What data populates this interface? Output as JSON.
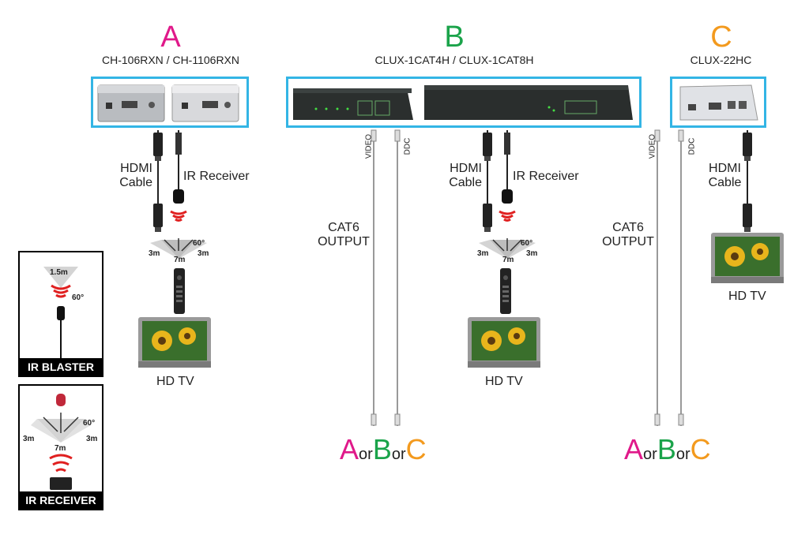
{
  "groups": {
    "a": {
      "letter": "A",
      "model": "CH-106RXN / CH-1106RXN"
    },
    "b": {
      "letter": "B",
      "model": "CLUX-1CAT4H / CLUX-1CAT8H"
    },
    "c": {
      "letter": "C",
      "model": "CLUX-22HC"
    }
  },
  "labels": {
    "hdmi_cable_line1": "HDMI",
    "hdmi_cable_line2": "Cable",
    "ir_receiver": "IR Receiver",
    "cat6_line1": "CAT6",
    "cat6_line2": "OUTPUT",
    "hd_tv": "HD TV",
    "video": "VIDEO",
    "ddc": "DDC",
    "angle": "60°",
    "range_side": "3m",
    "range_front": "7m",
    "blaster_range": "1.5m"
  },
  "choice": {
    "a": "A",
    "or": "or",
    "b": "B",
    "c": "C"
  },
  "legend": {
    "blaster_title": "IR BLASTER",
    "receiver_title": "IR RECEIVER"
  },
  "colors": {
    "a": "#e0198a",
    "b": "#1aa34a",
    "c": "#f39a1e",
    "box_border": "#33b5e5"
  }
}
